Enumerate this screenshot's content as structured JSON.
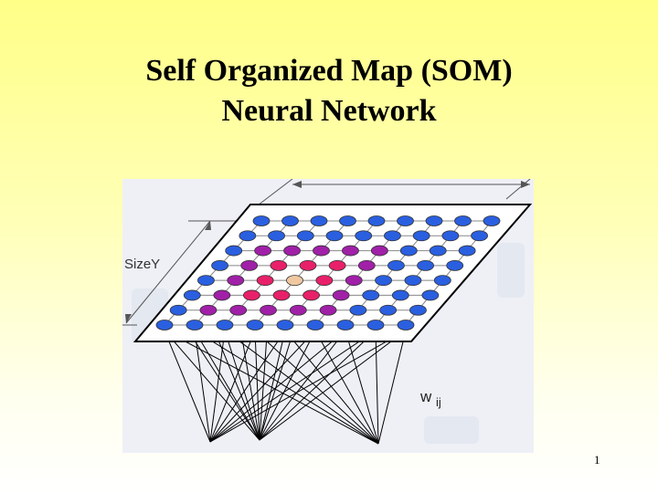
{
  "slide": {
    "title_line1": "Self Organized Map (SOM)",
    "title_line2": "Neural Network",
    "page_number": "1"
  },
  "figure": {
    "size_label": "SizeY",
    "weight_label_main": "w",
    "weight_label_sub": "ij",
    "grid_rows": 8,
    "grid_cols": 9,
    "node_colors": {
      "winner": "#f0c8a0",
      "near": "#e8206a",
      "mid": "#a020a8",
      "far": "#2a5fe0"
    }
  }
}
